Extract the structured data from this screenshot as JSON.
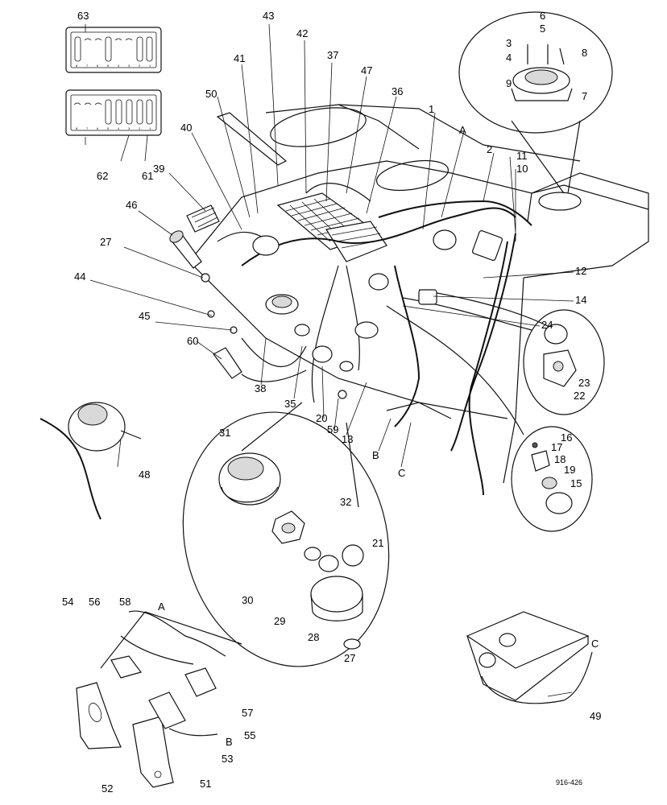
{
  "diagram": {
    "drawing_code": "916-426",
    "callouts": [
      "1",
      "2",
      "3",
      "4",
      "5",
      "6",
      "7",
      "8",
      "9",
      "10",
      "11",
      "12",
      "13",
      "14",
      "15",
      "16",
      "17",
      "18",
      "19",
      "20",
      "21",
      "22",
      "23",
      "24",
      "27",
      "27",
      "28",
      "29",
      "30",
      "31",
      "32",
      "35",
      "36",
      "37",
      "38",
      "39",
      "40",
      "41",
      "42",
      "43",
      "44",
      "45",
      "46",
      "47",
      "48",
      "49",
      "50",
      "51",
      "52",
      "53",
      "54",
      "55",
      "56",
      "57",
      "58",
      "59",
      "60",
      "61",
      "62",
      "63"
    ],
    "connector_letters": [
      "A",
      "A",
      "B",
      "B",
      "C",
      "C"
    ],
    "connector_top_pins": [
      "8",
      "7",
      "6",
      "5",
      "4",
      "3",
      "2",
      "1"
    ],
    "connector_bottom_pins": [
      "8",
      "7",
      "6",
      "5",
      "4",
      "3",
      "2",
      "1"
    ]
  }
}
